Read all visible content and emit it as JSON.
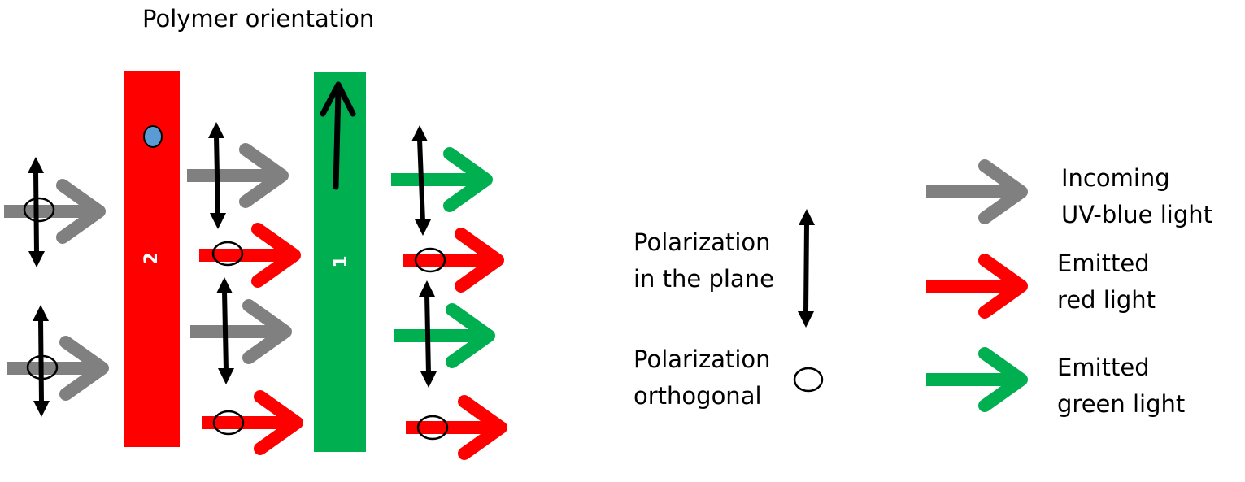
{
  "title": "Polymer orientation",
  "colors": {
    "incoming": "#808080",
    "red": "#ff0000",
    "green": "#00b050",
    "black": "#000000",
    "dot": "#5b9bd5"
  },
  "slabs": {
    "red": {
      "label": "2"
    },
    "green": {
      "label": "1"
    }
  },
  "legend": {
    "pol_plane": [
      "Polarization",
      "in the plane"
    ],
    "pol_orth": [
      "Polarization",
      "orthogonal"
    ],
    "incoming": [
      "Incoming",
      "UV-blue light"
    ],
    "red": [
      "Emitted",
      "red light"
    ],
    "green": [
      "Emitted",
      "green light"
    ]
  }
}
